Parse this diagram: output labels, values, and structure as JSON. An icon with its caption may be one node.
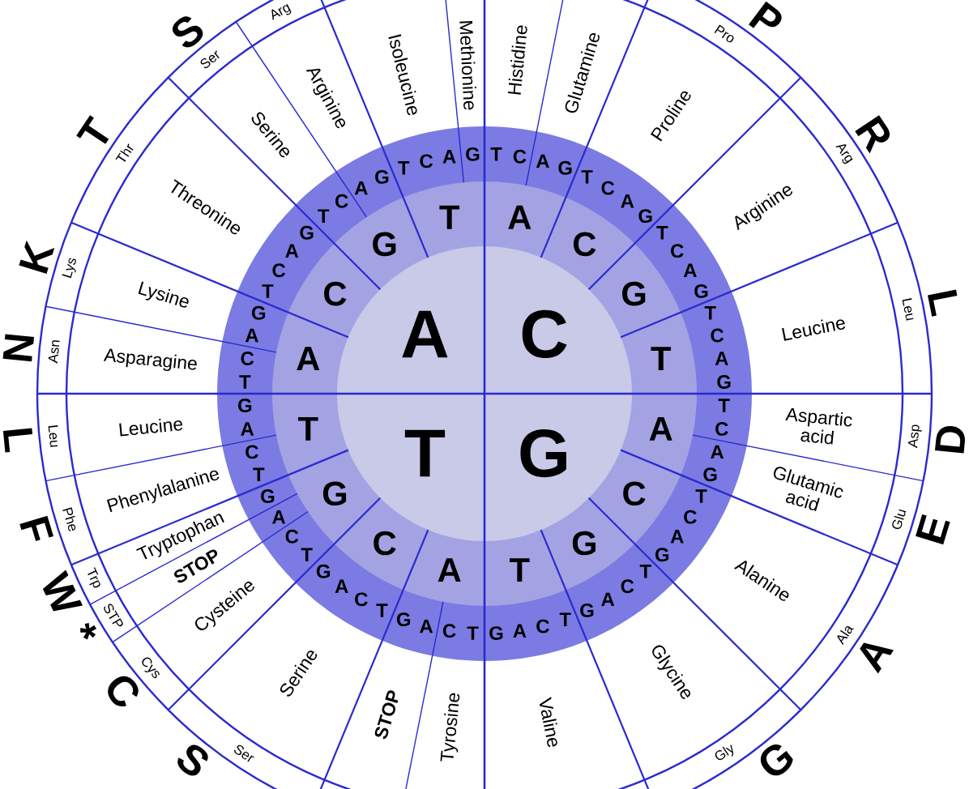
{
  "diagram": {
    "labels": [
      "A",
      "C",
      "T",
      "G",
      "A",
      "C",
      "G",
      "T",
      "A",
      "C",
      "G",
      "T",
      "A",
      "C",
      "G",
      "T",
      "A",
      "C",
      "G",
      "T",
      "T",
      "C",
      "A",
      "G",
      "T",
      "C",
      "A",
      "G",
      "T",
      "C",
      "A",
      "G",
      "T",
      "C",
      "A",
      "G",
      "T",
      "C",
      "A",
      "G",
      "T",
      "C",
      "A",
      "G",
      "T",
      "C",
      "A",
      "G",
      "T",
      "C",
      "A",
      "G",
      "T",
      "C",
      "A",
      "G",
      "T",
      "C",
      "A",
      "G",
      "T",
      "C",
      "A",
      "G",
      "T",
      "C",
      "A",
      "G",
      "T",
      "C",
      "A",
      "G",
      "T",
      "C",
      "A",
      "G",
      "T",
      "C",
      "A",
      "G",
      "T",
      "C",
      "A",
      "G",
      "Asparagine",
      "Lysine",
      "Threonine",
      "Serine",
      "Arginine",
      "Isoleucine",
      "Methionine",
      "Histidine",
      "Glutamine",
      "Proline",
      "Arginine",
      "Leucine",
      "Aspartic acid",
      "Glutamic acid",
      "Alanine",
      "Glycine",
      "Valine",
      "Tyrosine",
      "STOP",
      "Serine",
      "Cysteine",
      "STOP",
      "Tryptophan",
      "Phenylalanine",
      "Leucine",
      "Asn",
      "Lys",
      "Thr",
      "Ser",
      "Arg",
      "Pro",
      "Arg",
      "Leu",
      "Asp",
      "Glu",
      "Ala",
      "Gly",
      "Ser",
      "Cys",
      "STP",
      "Trp",
      "Phe",
      "Leu",
      "N",
      "K",
      "T",
      "S",
      "P",
      "R",
      "L",
      "D",
      "E",
      "A",
      "G",
      "S",
      "C",
      "*",
      "W",
      "F",
      "L"
    ]
  }
}
